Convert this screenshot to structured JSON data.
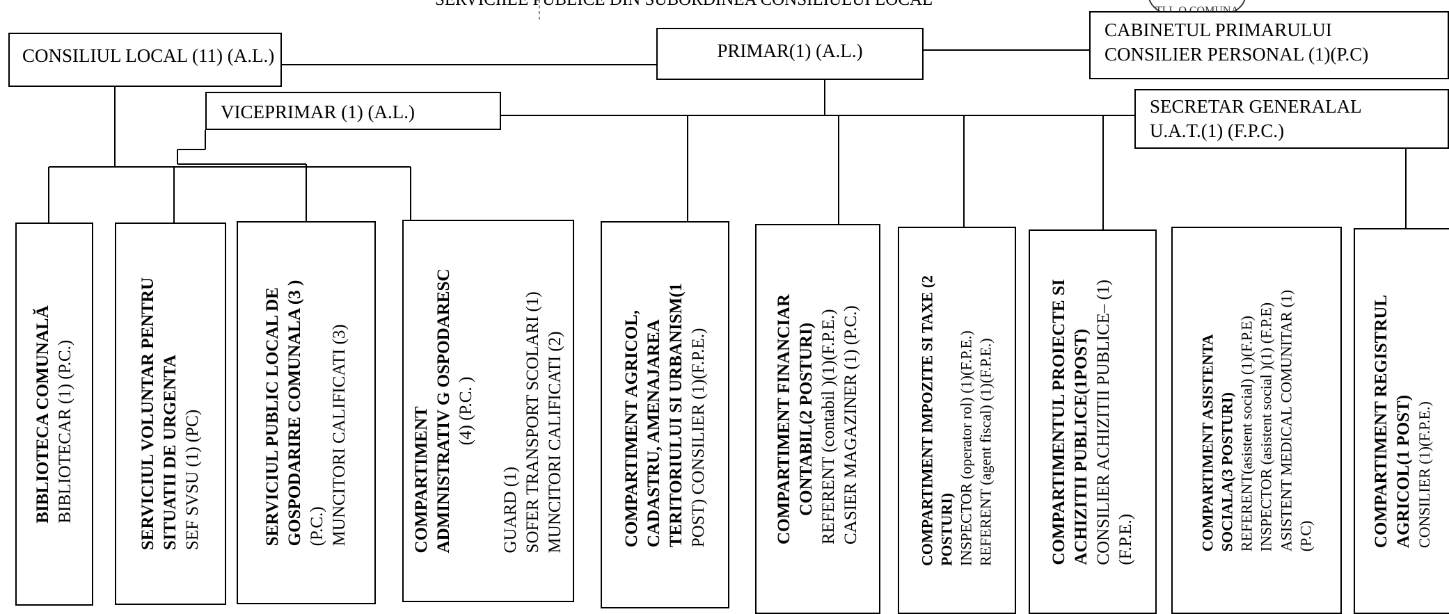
{
  "title": "SERVICIILE PUBLICE DIN SUBORDINEA CONSILIULUI LOCAL",
  "seal_text": "TLL.O.COMUNA",
  "top_boxes": {
    "consiliu": "CONSILIUL  LOCAL (11) (A.L.)",
    "primar": "PRIMAR(1) (A.L.)",
    "cabinet_line1": "CABINETUL PRIMARULUI",
    "cabinet_line2": "CONSILIER PERSONAL (1)(P.C)",
    "viceprimar": "VICEPRIMAR (1) (A.L.)",
    "secretar_line1": "SECRETAR GENERALAL",
    "secretar_line2": "U.A.T.(1) (F.P.C.)"
  },
  "departments": [
    {
      "lines": [
        "BIBLIOTECA  COMUNALĂ",
        "BIBLIOTECAR  (1) (P.C.)"
      ]
    },
    {
      "lines": [
        "SERVICIUL  VOLUNTAR PENTRU",
        "SITUATII DE URGENTA",
        "SEF SVSU (1) (PC)"
      ]
    },
    {
      "lines": [
        "SERVICIUL PUBLIC  LOCAL DE",
        "GOSPODARIRE COMUNALA (3 )",
        "(P.C.)",
        "MUNCITORI CALIFICATI  (3)"
      ]
    },
    {
      "lines": [
        "COMPARTIMENT",
        "ADMINISTRATIV G OSPODARESC",
        "(4) (P.C. )",
        "",
        "GUARD     (1)",
        "SOFER TRANSPORT SCOLARI    (1)",
        "MUNCITORI CALIFICATI (2)"
      ]
    },
    {
      "lines": [
        "COMPARTIMENT AGRICOL,",
        "CADASTRU,  AMENAJAREA",
        "TERITORIULUI SI URBANISM(1",
        "POST)  CONSILIER  (1)(F.P.E.)"
      ]
    },
    {
      "lines": [
        "COMPARTIMENT FINANCIAR",
        "CONTABIL(2 POSTURI)",
        "REFERENT  (contabil )(1)(F.P.E.)",
        "CASIER MAGAZINER (1) (P.C.)"
      ]
    },
    {
      "lines": [
        "COMPARTIMENT IMPOZITE SI TAXE (2",
        "POSTURI)",
        "INSPECTOR (operator rol)  (1)(F.P.E.)",
        "REFERENT  (agent fiscal) (1)(F.P.E.)"
      ]
    },
    {
      "lines": [
        "COMPARTIMENTUL PROIECTE SI",
        "ACHIZITII PUBLICE(1POST)",
        "CONSILIER  ACHIZITII PUBLICE– (1)",
        "(F.P.E.)"
      ]
    },
    {
      "lines": [
        "COMPARTIMENT ASISTENTA",
        "SOCIALA(3 POSTURI)",
        "REFERENT(asistent social) (1)(F.P.E)",
        "INSPECTOR  (asistent social )(1) (F.P.E)",
        "ASISTENT MEDICAL COMUNITAR (1)",
        "(P.C)"
      ]
    },
    {
      "lines": [
        "COMPARTIMENT  REGISTRUL",
        "AGRICOL(1 POST)",
        "CONSILIER   (1)(F.P.E.)"
      ]
    }
  ]
}
